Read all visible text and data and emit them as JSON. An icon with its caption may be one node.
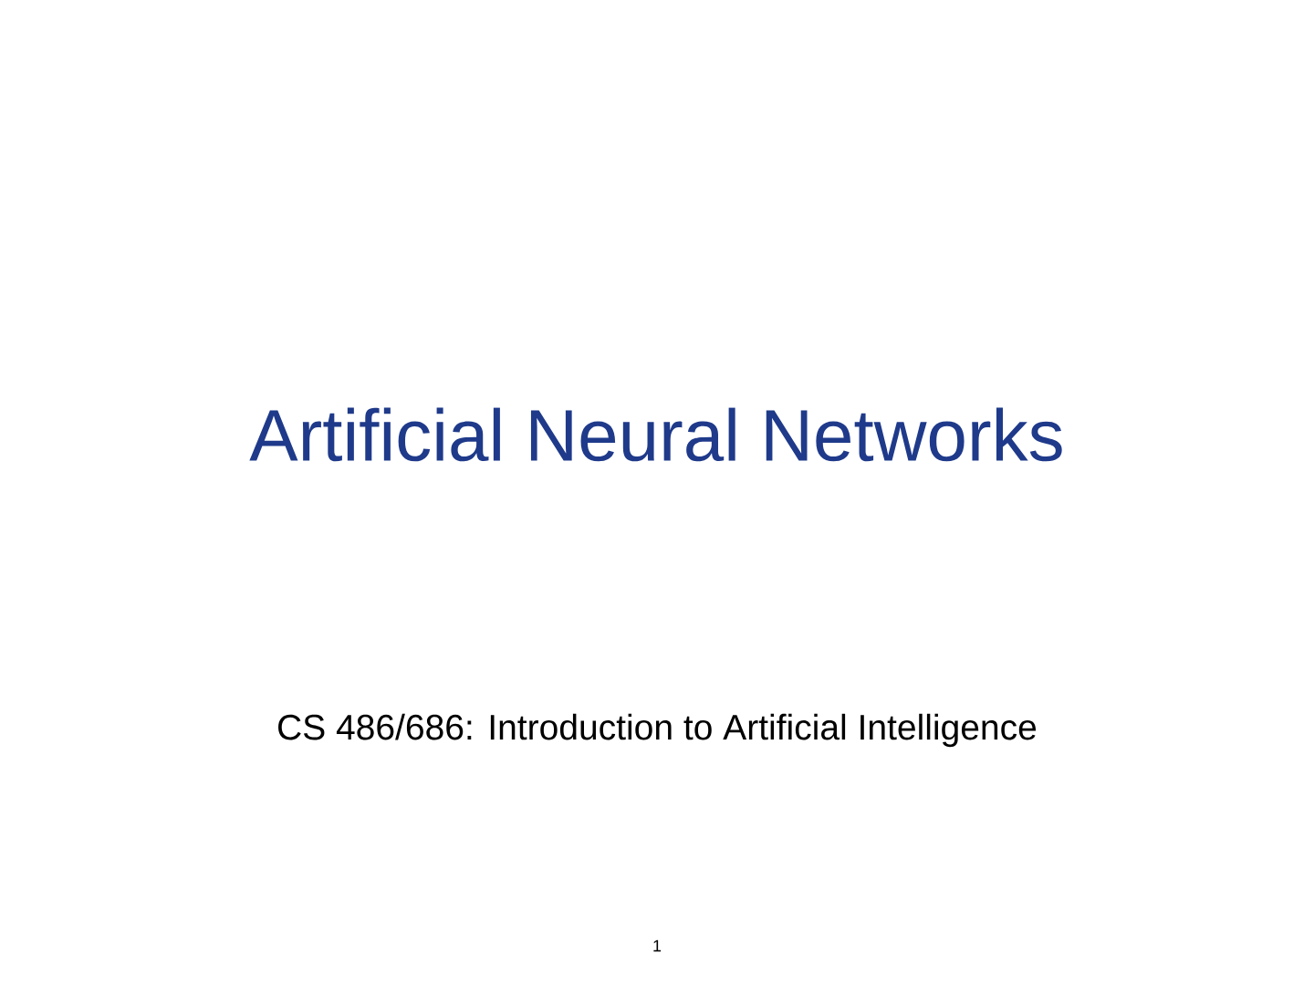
{
  "diagram": {
    "title": "Artificial Neural Networks",
    "labels": [
      "CS 486/686: Introduction to Artificial Intelligence",
      "1"
    ]
  }
}
